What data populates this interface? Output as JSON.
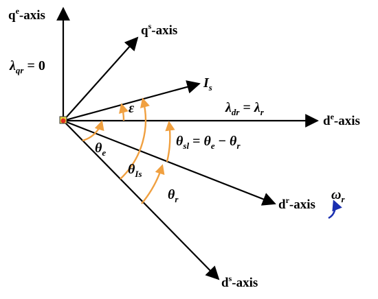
{
  "axes": {
    "qe": {
      "base": "q",
      "sup": "e",
      "suffix": "-axis"
    },
    "qs": {
      "base": "q",
      "sup": "s",
      "suffix": "-axis"
    },
    "de": {
      "base": "d",
      "sup": "e",
      "suffix": "-axis"
    },
    "dr": {
      "base": "d",
      "sup": "r",
      "suffix": "-axis"
    },
    "ds": {
      "base": "d",
      "sup": "s",
      "suffix": "-axis"
    }
  },
  "vectors": {
    "is": {
      "main": "I",
      "sub": "s"
    }
  },
  "annotations": {
    "lambda_qr": {
      "lambda": "λ",
      "sub": "qr",
      "rest": " = 0"
    },
    "lambda_dr": {
      "lambda": "λ",
      "sub": "dr",
      "eq": " = ",
      "lambda2": "λ",
      "sub2": "r"
    },
    "epsilon": "ε",
    "theta_e": {
      "theta": "θ",
      "sub": "e"
    },
    "theta_is": {
      "theta": "θ",
      "sub": "Is"
    },
    "theta_sl": {
      "theta": "θ",
      "sub": "sl",
      "eq": " = ",
      "t2": "θ",
      "s2": "e",
      "minus": " − ",
      "t3": "θ",
      "s3": "r"
    },
    "theta_r": {
      "theta": "θ",
      "sub": "r"
    },
    "omega_r": {
      "omega": "ω",
      "sub": "r"
    }
  },
  "colors": {
    "axis": "#000000",
    "angle_arc": "#f0a040",
    "rotation_arrow": "#1a2fb0",
    "origin_marker": "#e03020",
    "origin_box": "#e8d840"
  }
}
